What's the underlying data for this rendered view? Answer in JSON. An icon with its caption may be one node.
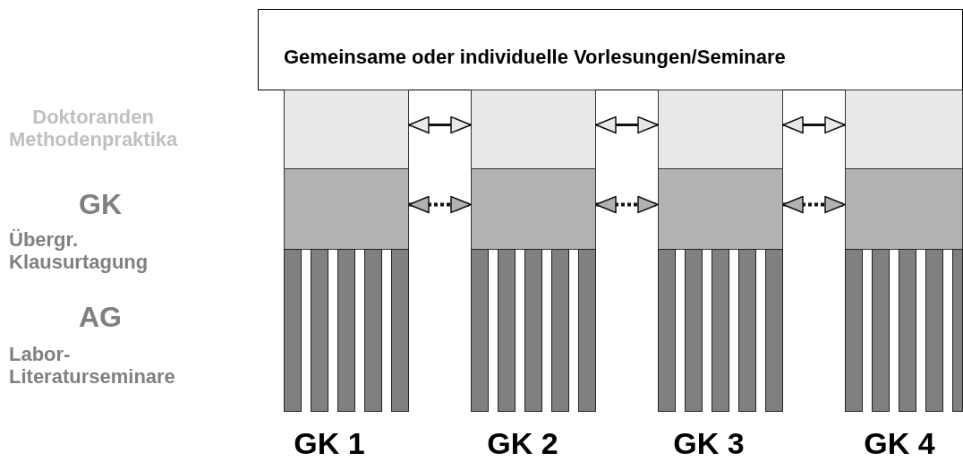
{
  "diagram": {
    "nodes": [
      {
        "text": [
          "Gemeinsame oder individuelle Vorlesungen/Seminare"
        ]
      },
      {
        "text": [],
        "shape": "box"
      },
      {
        "text": [],
        "shape": "box"
      },
      {
        "text": [],
        "shape": "box"
      },
      {
        "text": [],
        "shape": "box"
      },
      {
        "text": [],
        "shape": "box"
      },
      {
        "text": [],
        "shape": "box"
      },
      {
        "text": [],
        "shape": "box"
      },
      {
        "text": [],
        "shape": "box"
      },
      {
        "text": [],
        "shape": "bar"
      },
      {
        "text": [],
        "shape": "bar"
      },
      {
        "text": [],
        "shape": "bar"
      },
      {
        "text": [],
        "shape": "bar"
      },
      {
        "text": [],
        "shape": "bar"
      },
      {
        "text": [],
        "shape": "bar"
      },
      {
        "text": [],
        "shape": "bar"
      },
      {
        "text": [],
        "shape": "bar"
      },
      {
        "text": [],
        "shape": "bar"
      },
      {
        "text": [],
        "shape": "bar"
      },
      {
        "text": [],
        "shape": "bar"
      },
      {
        "text": [],
        "shape": "bar"
      },
      {
        "text": [],
        "shape": "bar"
      },
      {
        "text": [],
        "shape": "bar"
      },
      {
        "text": [],
        "shape": "bar"
      },
      {
        "text": [],
        "shape": "bar"
      },
      {
        "text": [],
        "shape": "bar"
      },
      {
        "text": [],
        "shape": "bar"
      },
      {
        "text": [],
        "shape": "bar"
      },
      {
        "text": [],
        "shape": "bar"
      }
    ],
    "edges": [
      {
        "from": 1,
        "to": 2,
        "arrow": "both"
      },
      {
        "from": 2,
        "to": 3,
        "arrow": "both"
      },
      {
        "from": 3,
        "to": 4,
        "arrow": "both"
      },
      {
        "from": 5,
        "to": 6,
        "arrow": "both",
        "style": "dashed"
      },
      {
        "from": 6,
        "to": 7,
        "arrow": "both",
        "style": "dashed"
      },
      {
        "from": 7,
        "to": 8,
        "arrow": "both",
        "style": "dashed"
      }
    ],
    "labels": [
      "Doktoranden Methodenpraktika",
      "GK",
      "Übergr. Klausurtagung",
      "AG",
      "Labor- Literaturseminare",
      "GK 1",
      "GK 2",
      "GK 3",
      "GK 4"
    ]
  }
}
